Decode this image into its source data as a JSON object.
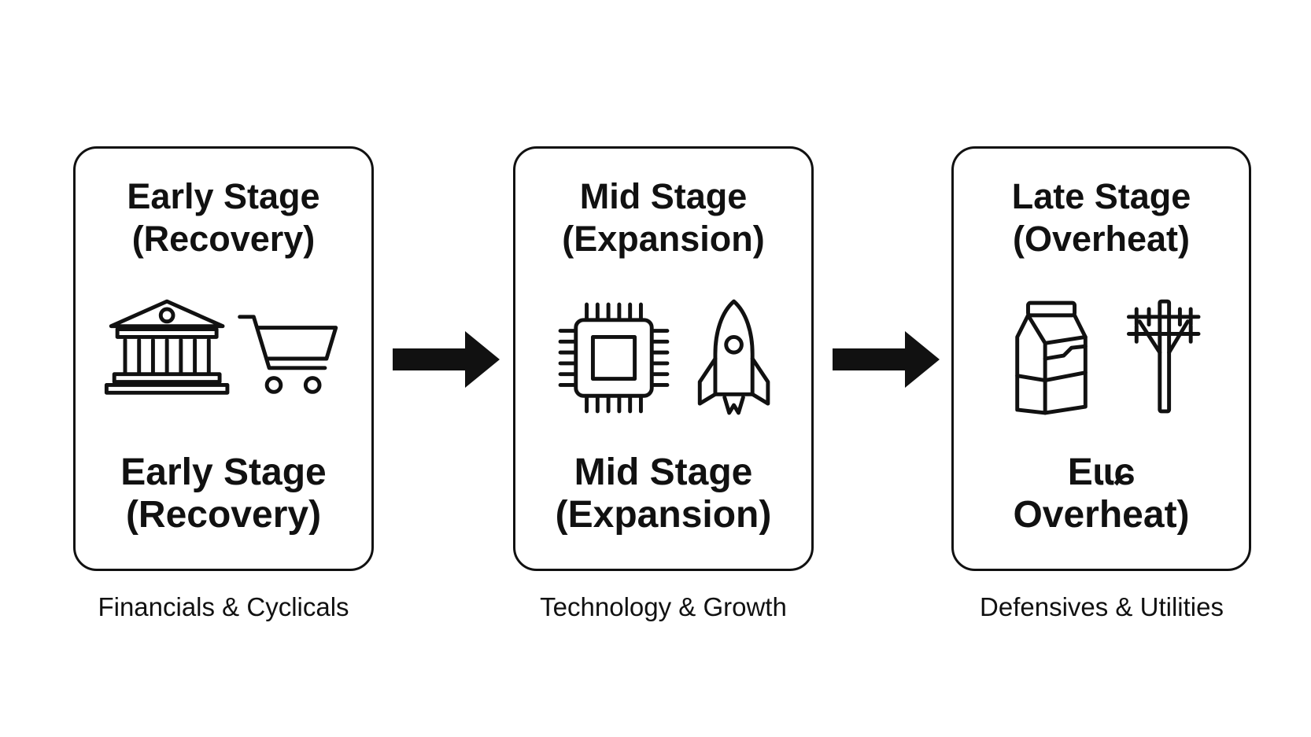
{
  "stages": [
    {
      "id": "early",
      "title_line1": "Early Stage",
      "title_line2": "(Recovery)",
      "label_line1": "Early Stage",
      "label_line2": "(Recovery)",
      "caption": "Financials & Cyclicals",
      "icons": [
        "bank-icon",
        "shopping-cart-icon"
      ]
    },
    {
      "id": "mid",
      "title_line1": "Mid Stage",
      "title_line2": "(Expansion)",
      "label_line1": "Mid Stage",
      "label_line2": "(Expansion)",
      "caption": "Technology & Growth",
      "icons": [
        "microchip-icon",
        "rocket-icon"
      ]
    },
    {
      "id": "late",
      "title_line1": "Late Stage",
      "title_line2": "(Overheat)",
      "label_line1": "Eɩɩɕ",
      "label_line2": "Overheat)",
      "caption": "Defensives & Utilities",
      "icons": [
        "milk-carton-icon",
        "power-pole-icon"
      ]
    }
  ],
  "arrows": [
    "right-arrow-icon",
    "right-arrow-icon"
  ],
  "colors": {
    "stroke": "#111111",
    "background": "#ffffff"
  }
}
